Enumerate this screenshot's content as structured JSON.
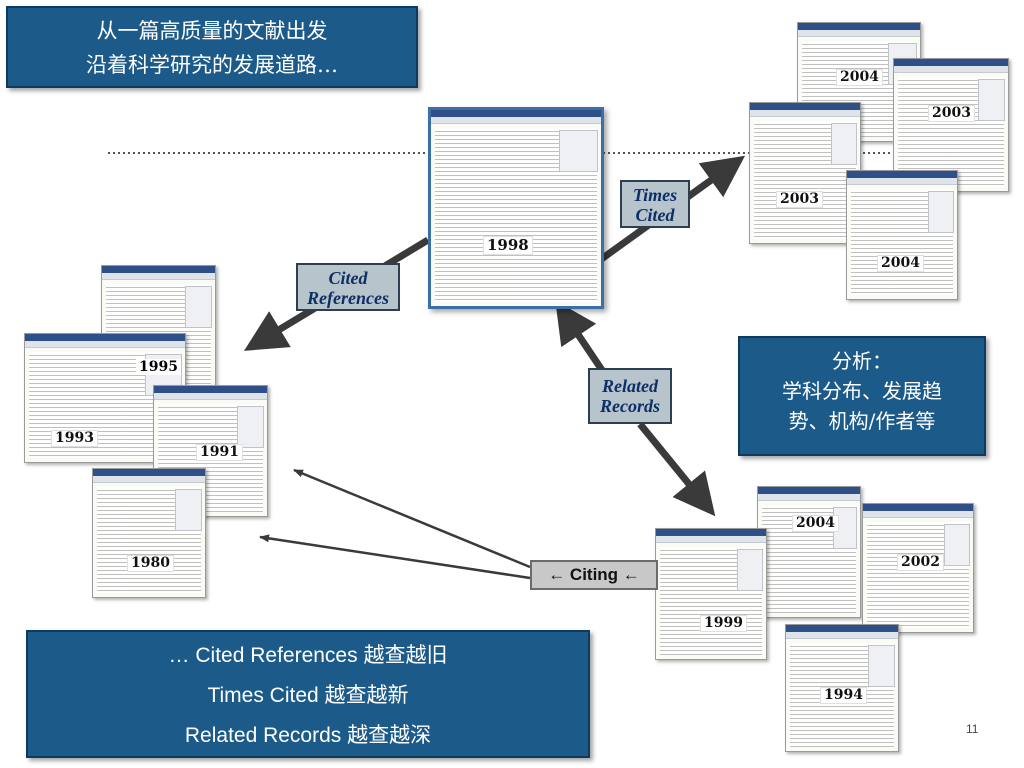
{
  "title_box": {
    "lines": [
      "从一篇高质量的文献出发",
      "沿着科学研究的发展道路…"
    ]
  },
  "labels": {
    "times_cited": [
      "Times",
      "Cited"
    ],
    "cited_references": [
      "Cited",
      "References"
    ],
    "related_records": [
      "Related",
      "Records"
    ],
    "citing": "← Citing ←"
  },
  "analysis_box": {
    "lines": [
      "分析：",
      "学科分布、发展趋",
      "势、机构/作者等"
    ]
  },
  "bottom_box": {
    "lines": [
      "… Cited References 越查越旧",
      "Times Cited 越查越新",
      "Related Records 越查越深"
    ]
  },
  "years": {
    "center": "1998",
    "times_cited": [
      "2004",
      "2003",
      "2003",
      "2004"
    ],
    "cited_references": [
      "1995",
      "1993",
      "1991",
      "1980"
    ],
    "related_records": [
      "2004",
      "2002",
      "1999",
      "1994"
    ]
  },
  "page_number": "11",
  "colors": {
    "box_fill": "#1c5a8a",
    "label_fill": "#b7c4cc",
    "label_text": "#0d2f66",
    "arrow": "#3a3a3a"
  }
}
